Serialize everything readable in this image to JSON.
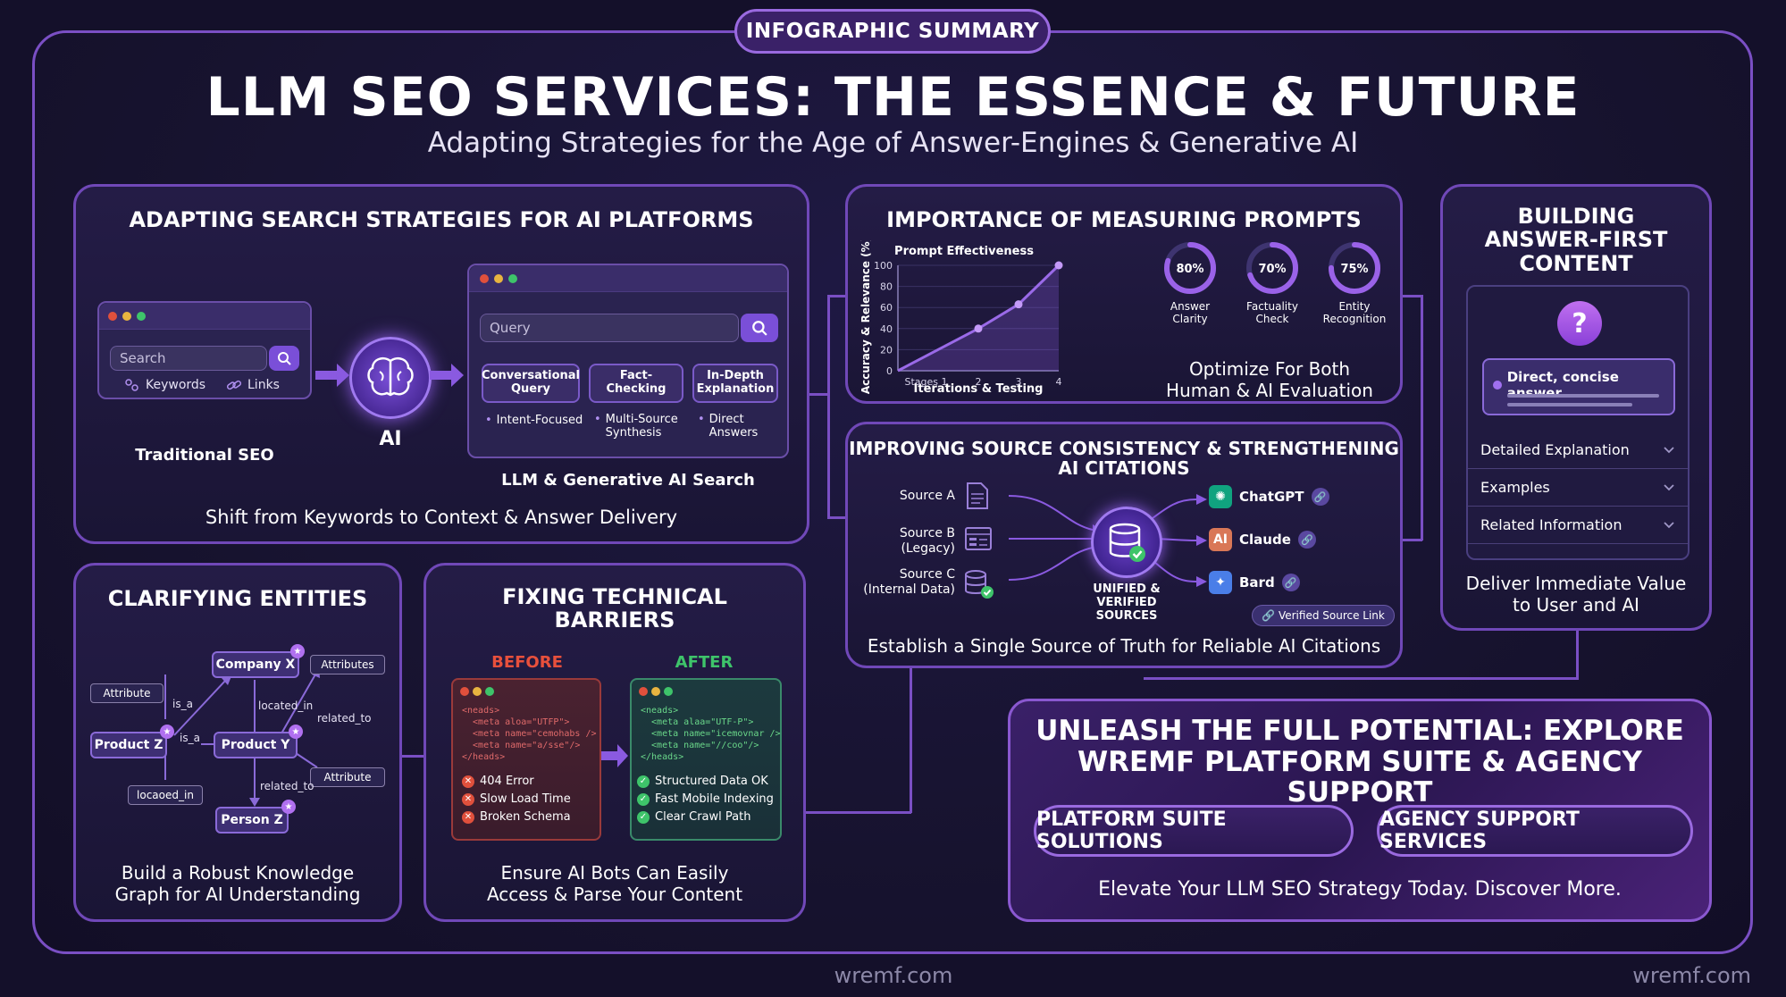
{
  "header": {
    "badge": "INFOGRAPHIC SUMMARY",
    "title": "LLM SEO SERVICES: THE ESSENCE & FUTURE",
    "subtitle": "Adapting Strategies for the Age of Answer-Engines & Generative AI"
  },
  "adapting": {
    "title": "ADAPTING SEARCH STRATEGIES FOR AI PLATFORMS",
    "traditional": {
      "search_placeholder": "Search",
      "keywords": "Keywords",
      "links": "Links",
      "caption": "Traditional SEO"
    },
    "ai_label": "AI",
    "llm": {
      "query_placeholder": "Query",
      "chips": [
        "Conversational Query",
        "Fact-Checking",
        "In-Depth Explanation"
      ],
      "bullets": [
        "Intent-Focused",
        "Multi-Source Synthesis",
        "Direct Answers"
      ],
      "caption": "LLM & Generative AI Search"
    },
    "footer": "Shift from Keywords to Context & Answer Delivery"
  },
  "measuring": {
    "title": "IMPORTANCE OF MEASURING PROMPTS",
    "footer_line1": "Optimize For Both",
    "footer_line2": "Human & AI Evaluation",
    "metrics": [
      {
        "value": "80%",
        "fraction": 0.8,
        "label_line1": "Answer",
        "label_line2": "Clarity"
      },
      {
        "value": "70%",
        "fraction": 0.7,
        "label_line1": "Factuality",
        "label_line2": "Check"
      },
      {
        "value": "75%",
        "fraction": 0.75,
        "label_line1": "Entity",
        "label_line2": "Recognition"
      }
    ]
  },
  "chart_data": {
    "type": "line",
    "title": "Prompt Effectiveness",
    "xlabel": "Iterations & Testing",
    "ylabel": "Accuracy & Relevance (%)",
    "x_tick_labels": [
      "Stages 1",
      "2",
      "3",
      "4"
    ],
    "y_ticks": [
      0,
      20,
      40,
      60,
      80,
      100
    ],
    "x": [
      0,
      2,
      3,
      4
    ],
    "values": [
      0,
      40,
      63,
      100
    ],
    "xlim": [
      0,
      4
    ],
    "ylim": [
      0,
      100
    ],
    "colors": {
      "line": "#9a6ae8",
      "point": "#c49af8"
    }
  },
  "building": {
    "title_line1": "BUILDING",
    "title_line2": "ANSWER-FIRST",
    "title_line3": "CONTENT",
    "answer": "Direct, concise answer",
    "rows": [
      "Detailed Explanation",
      "Examples",
      "Related Information"
    ],
    "footer_line1": "Deliver Immediate Value",
    "footer_line2": "to User and AI"
  },
  "citations": {
    "title_line1": "IMPROVING SOURCE CONSISTENCY & STRENGTHENING",
    "title_line2": "AI CITATIONS",
    "sources": [
      {
        "line1": "Source A",
        "line2": ""
      },
      {
        "line1": "Source B",
        "line2": "(Legacy)"
      },
      {
        "line1": "Source C",
        "line2": "(Internal Data)"
      }
    ],
    "hub_line1": "UNIFIED &",
    "hub_line2": "VERIFIED",
    "hub_line3": "SOURCES",
    "ai": [
      {
        "name": "ChatGPT",
        "icon": "chatgpt-icon",
        "glyph": "✺",
        "color": "#10a37f"
      },
      {
        "name": "Claude",
        "icon": "claude-icon",
        "glyph": "AI",
        "color": "#d97757"
      },
      {
        "name": "Bard",
        "icon": "bard-icon",
        "glyph": "✦",
        "color": "#4a7ee8"
      }
    ],
    "verified_link": "Verified Source Link",
    "footer": "Establish a Single Source of Truth for Reliable AI Citations"
  },
  "entities": {
    "title": "CLARIFYING ENTITIES",
    "nodes": {
      "company": "Company X",
      "product_z": "Product Z",
      "product_y": "Product Y",
      "person": "Person Z"
    },
    "attrs": {
      "a1": "Attribute",
      "a2": "Attributes",
      "a3": "Attribute",
      "a4": "locaoed_in"
    },
    "edges": {
      "isa1": "is_a",
      "isa2": "is_a",
      "located": "located_in",
      "related": "related_to",
      "related2": "related_to"
    },
    "footer_line1": "Build a Robust Knowledge",
    "footer_line2": "Graph for AI Understanding"
  },
  "technical": {
    "title_line1": "FIXING TECHNICAL",
    "title_line2": "BARRIERS",
    "before_label": "BEFORE",
    "after_label": "AFTER",
    "before_code": [
      "<neads>",
      "  <meta aloa=\"UTFP\">",
      "  <meta name=\"cemohabs />",
      "  <meta name=\"a/sse\"/>",
      "</heads>"
    ],
    "after_code": [
      "<neads>",
      "  <meta alaa=\"UTF-P\">",
      "  <meta name=\"icemovnar />",
      "  <meta name=\"//coo\"/>",
      "</heads>"
    ],
    "before_items": [
      "404 Error",
      "Slow Load Time",
      "Broken Schema"
    ],
    "after_items": [
      "Structured Data OK",
      "Fast Mobile Indexing",
      "Clear Crawl Path"
    ],
    "footer_line1": "Ensure AI Bots Can Easily",
    "footer_line2": "Access & Parse Your Content"
  },
  "cta": {
    "title_line1": "UNLEASH THE FULL POTENTIAL: EXPLORE",
    "title_line2": "WREMF PLATFORM SUITE & AGENCY SUPPORT",
    "button1": "PLATFORM SUITE SOLUTIONS",
    "button2": "AGENCY SUPPORT SERVICES",
    "footer": "Elevate Your LLM SEO Strategy Today. Discover More."
  },
  "watermarks": {
    "center": "wremf.com",
    "right": "wremf.com"
  },
  "colors": {
    "accent": "#7a4fc4",
    "before": "#e0503c",
    "after": "#3ec46a"
  }
}
